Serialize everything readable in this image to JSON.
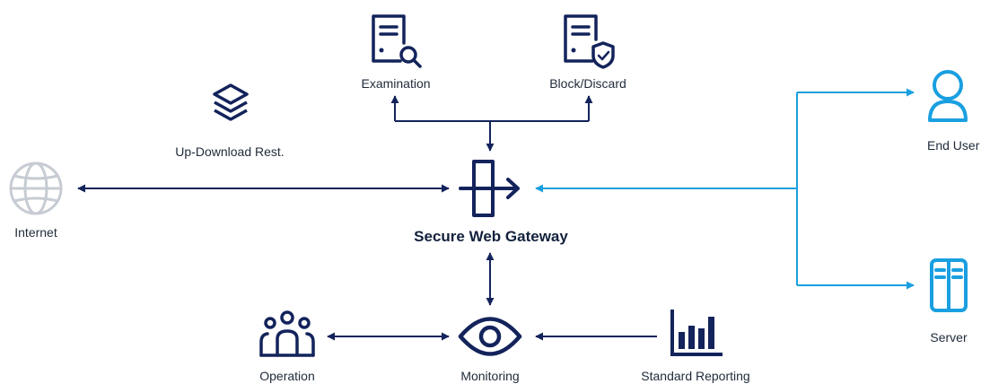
{
  "nodes": {
    "examination": {
      "label": "Examination"
    },
    "block_discard": {
      "label": "Block/Discard"
    },
    "up_download": {
      "label": "Up-Download Rest."
    },
    "internet": {
      "label": "Internet"
    },
    "gateway": {
      "label": "Secure Web Gateway"
    },
    "end_user": {
      "label": "End User"
    },
    "server": {
      "label": "Server"
    },
    "operation": {
      "label": "Operation"
    },
    "monitoring": {
      "label": "Monitoring"
    },
    "standard_reporting": {
      "label": "Standard Reporting"
    }
  },
  "icons": {
    "examination": "document-magnifier-icon",
    "block_discard": "document-shield-icon",
    "up_download": "stacked-layers-icon",
    "internet": "globe-icon",
    "gateway": "gateway-arrow-icon",
    "end_user": "user-icon",
    "server": "server-icon",
    "operation": "team-icon",
    "monitoring": "eye-icon",
    "standard_reporting": "bar-chart-icon"
  },
  "colors": {
    "navy": "#13235b",
    "blue": "#1a9fe0",
    "gray": "#c7ccd3"
  }
}
